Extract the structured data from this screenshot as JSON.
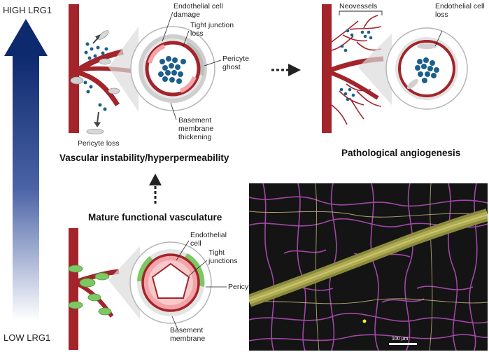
{
  "gradient_axis": {
    "top_label": "HIGH LRG1",
    "bottom_label": "LOW LRG1"
  },
  "panels": {
    "instability": {
      "title": "Vascular instability/hyperpermeability",
      "labels": {
        "ec_damage": "Endothelial cell\ndamage",
        "tj_loss": "Tight junction\nloss",
        "pericyte_ghost": "Pericyte\nghost",
        "bm_thickening": "Basement\nmembrane\nthickening",
        "pericyte_loss": "Pericyte loss"
      }
    },
    "angiogenesis": {
      "title": "Pathological angiogenesis",
      "labels": {
        "neovessels": "Neovessels",
        "ec_loss": "Endothelial cell\nloss"
      }
    },
    "mature": {
      "title": "Mature functional vasculature",
      "labels": {
        "endothelial_cell": "Endothelial\ncell",
        "tight_junctions": "Tight\njunctions",
        "pericyte": "Pericyte",
        "basement_membrane": "Basement\nmembrane"
      }
    }
  },
  "micrograph": {
    "scale_bar": "100 µm"
  },
  "colors": {
    "gradient_top": "#0e2a6e",
    "vessel": "#a3242a",
    "pericyte": "#7cc862",
    "endo_pink": "#f2a4a8",
    "cell_blue": "#1c5f8c"
  }
}
